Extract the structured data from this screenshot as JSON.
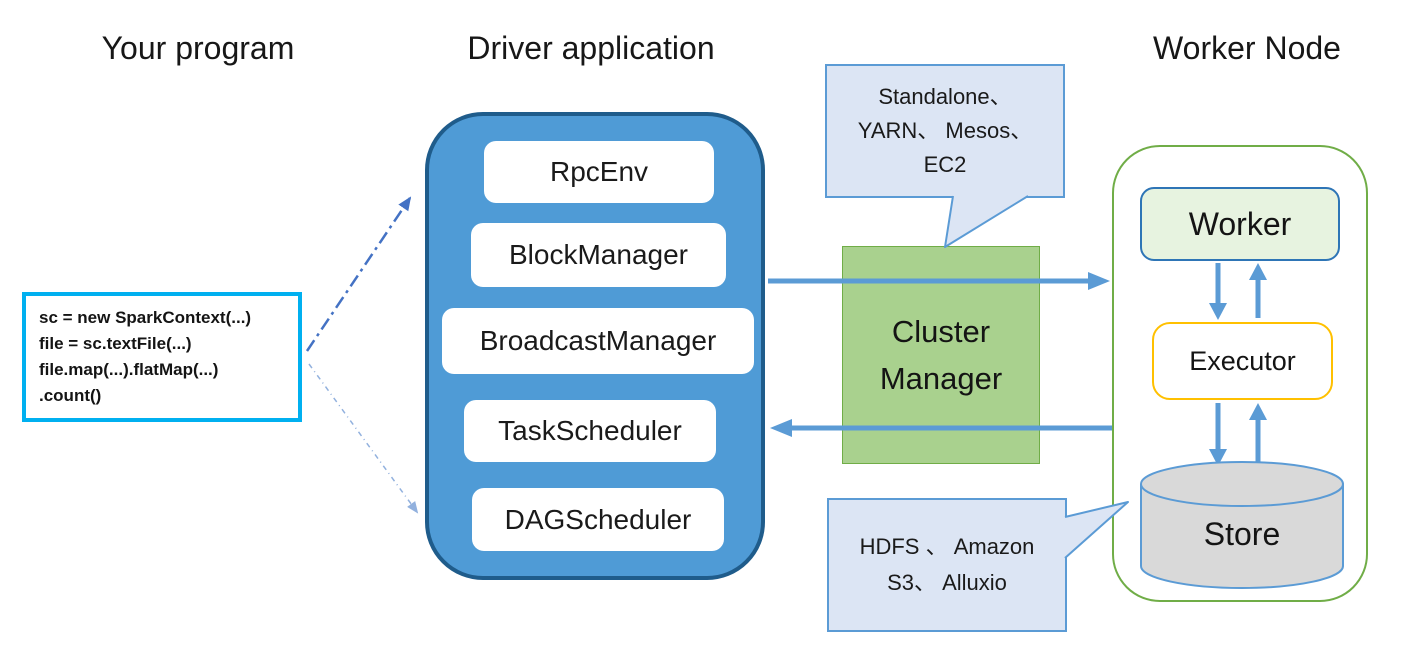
{
  "titles": {
    "your_program": "Your program",
    "driver_application": "Driver application",
    "worker_node": "Worker Node"
  },
  "code_box": {
    "lines": [
      "sc = new SparkContext(...)",
      "file = sc.textFile(...)",
      "file.map(...).flatMap(...)",
      ".count()"
    ]
  },
  "driver": {
    "components": [
      "RpcEnv",
      "BlockManager",
      "BroadcastManager",
      "TaskScheduler",
      "DAGScheduler"
    ]
  },
  "cluster_manager": {
    "label": "Cluster Manager"
  },
  "bubbles": {
    "cluster_options": {
      "lines": [
        "Standalone、",
        "YARN、 Mesos、",
        "EC2"
      ]
    },
    "storage_options": {
      "lines": [
        "HDFS 、 Amazon",
        "S3、 Alluxio"
      ]
    }
  },
  "worker": {
    "worker_label": "Worker",
    "executor_label": "Executor",
    "store_label": "Store"
  },
  "colors": {
    "driver_fill": "#4F9BD6",
    "driver_border": "#1F5C8B",
    "arrow_blue": "#5B9BD5",
    "dashed_arrow_dark": "#4472C4",
    "dotted_arrow_light": "#92B1DE",
    "bubble_fill": "#DCE5F4",
    "bubble_border": "#5B9BD5",
    "cluster_fill": "#A9D18E",
    "cluster_border": "#70AD47",
    "worker_node_border": "#70AD47",
    "worker_fill": "#E7F3E0",
    "worker_border": "#2E75B6",
    "executor_border": "#FFC000",
    "store_fill": "#D9D9D9",
    "store_border": "#5B9BD5",
    "code_border": "#00B0F0"
  }
}
